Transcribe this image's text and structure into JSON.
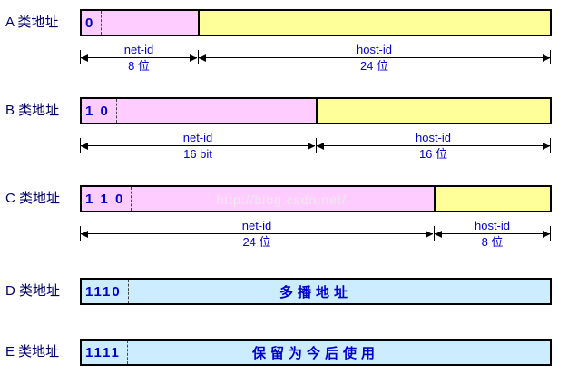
{
  "watermark": "http://blog.csdn.net/",
  "colors": {
    "net_id_fill": "#FFCCFF",
    "host_id_fill": "#FFFF99",
    "special_fill": "#CCECFF",
    "label_text": "#000066",
    "blue_text": "#0000CC"
  },
  "rows": [
    {
      "label": "A 类地址",
      "prefix": "0",
      "net_bits": 8,
      "host_bits": 24,
      "measures": [
        {
          "line1": "net-id",
          "line2": "8 位"
        },
        {
          "line1": "host-id",
          "line2": "24 位"
        }
      ]
    },
    {
      "label": "B 类地址",
      "prefix": "1 0",
      "net_bits": 16,
      "host_bits": 16,
      "measures": [
        {
          "line1": "net-id",
          "line2": "16 bit"
        },
        {
          "line1": "host-id",
          "line2": "16 位"
        }
      ]
    },
    {
      "label": "C 类地址",
      "prefix": "1 1 0",
      "net_bits": 24,
      "host_bits": 8,
      "measures": [
        {
          "line1": "net-id",
          "line2": "24 位"
        },
        {
          "line1": "host-id",
          "line2": "8 位"
        }
      ]
    },
    {
      "label": "D 类地址",
      "prefix": "1110",
      "content": "多播地址"
    },
    {
      "label": "E 类地址",
      "prefix": "1111",
      "content": "保留为今后使用"
    }
  ]
}
